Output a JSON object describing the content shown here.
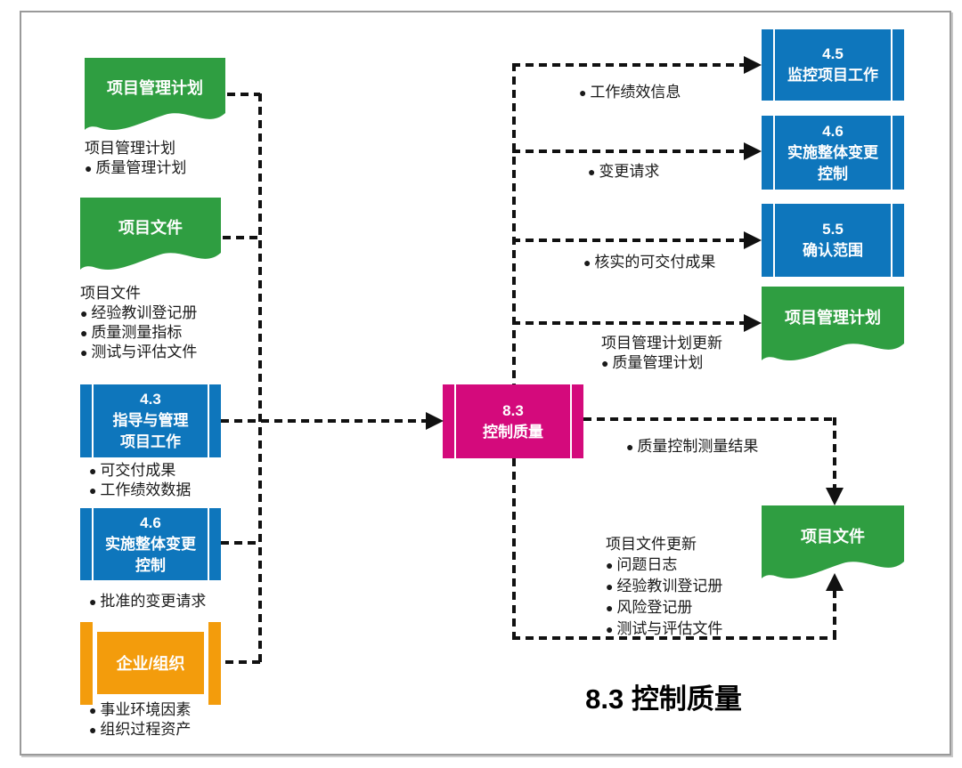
{
  "title": "8.3 控制质量",
  "colors": {
    "document_green": "#2f9e41",
    "process_blue": "#0e76bc",
    "center_pink": "#d40a7c",
    "enterprise_orange": "#f39c0c",
    "connector_black": "#111111",
    "frame_gray": "#9a9a9a"
  },
  "center_process": {
    "label": "8.3\n控制质量"
  },
  "inputs": {
    "pm_plan": {
      "label": "项目管理计划",
      "note_title": "项目管理计划",
      "note_items": [
        "质量管理计划"
      ]
    },
    "project_documents": {
      "label": "项目文件",
      "note_title": "项目文件",
      "note_items": [
        "经验教训登记册",
        "质量测量指标",
        "测试与评估文件"
      ]
    },
    "process_4_3": {
      "label": "4.3\n指导与管理\n项目工作",
      "note_items": [
        "可交付成果",
        "工作绩效数据"
      ]
    },
    "process_4_6": {
      "label": "4.6\n实施整体变更\n控制",
      "note_items": [
        "批准的变更请求"
      ]
    },
    "enterprise": {
      "label": "企业/组织",
      "note_items": [
        "事业环境因素",
        "组织过程资产"
      ]
    }
  },
  "outputs": {
    "process_4_5": {
      "label": "4.5\n监控项目工作",
      "flow_label": "工作绩效信息"
    },
    "process_4_6": {
      "label": "4.6\n实施整体变更\n控制",
      "flow_label": "变更请求"
    },
    "process_5_5": {
      "label": "5.5\n确认范围",
      "flow_label": "核实的可交付成果"
    },
    "pm_plan": {
      "label": "项目管理计划",
      "flow_title": "项目管理计划更新",
      "flow_items": [
        "质量管理计划"
      ]
    },
    "project_documents": {
      "label": "项目文件",
      "flow_label": "质量控制测量结果",
      "updates_title": "项目文件更新",
      "updates_items": [
        "问题日志",
        "经验教训登记册",
        "风险登记册",
        "测试与评估文件"
      ]
    }
  }
}
